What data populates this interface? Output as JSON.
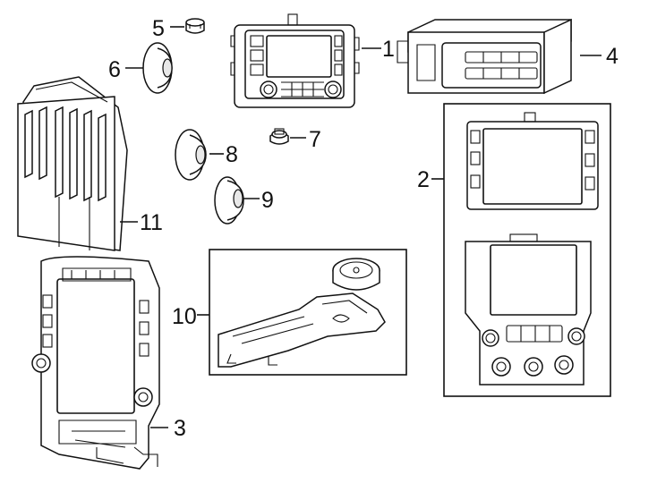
{
  "diagram": {
    "background": "#ffffff",
    "line_color": "#111111",
    "callouts": [
      {
        "id": "1",
        "label": "1"
      },
      {
        "id": "2",
        "label": "2"
      },
      {
        "id": "3",
        "label": "3"
      },
      {
        "id": "4",
        "label": "4"
      },
      {
        "id": "5",
        "label": "5"
      },
      {
        "id": "6",
        "label": "6"
      },
      {
        "id": "7",
        "label": "7"
      },
      {
        "id": "8",
        "label": "8"
      },
      {
        "id": "9",
        "label": "9"
      },
      {
        "id": "10",
        "label": "10"
      },
      {
        "id": "11",
        "label": "11"
      }
    ]
  }
}
